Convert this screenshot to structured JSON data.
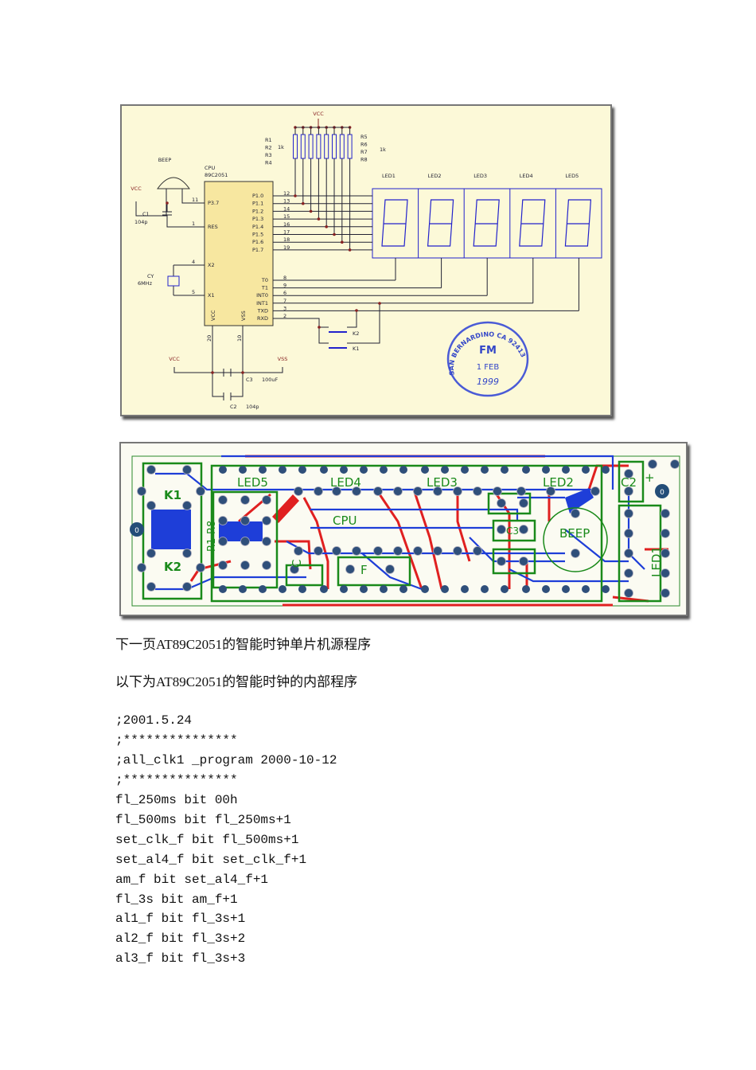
{
  "schematic": {
    "vcc": "VCC",
    "vss": "VSS",
    "beep": "BEEP",
    "cpu": "CPU",
    "cpu_part": "89C2051",
    "c1": "C1",
    "c1_val": "104p",
    "cy": "CY",
    "cy_val": "6MHz",
    "r_left": [
      "R1",
      "R2",
      "R3",
      "R4"
    ],
    "r_right": [
      "R5",
      "R6",
      "R7",
      "R8"
    ],
    "r_val": "1k",
    "pins_left": [
      "P3.7",
      "RES",
      "X2",
      "X1"
    ],
    "pin_nums_left": [
      "11",
      "1",
      "4",
      "5"
    ],
    "pins_right": [
      "P1.0",
      "P1.1",
      "P1.2",
      "P1.3",
      "P1.4",
      "P1.5",
      "P1.6",
      "P1.7"
    ],
    "pin_nums_right": [
      "12",
      "13",
      "14",
      "15",
      "16",
      "17",
      "18",
      "19"
    ],
    "pins_ctrl": [
      "T0",
      "T1",
      "INT0",
      "INT1",
      "TXD",
      "RXD"
    ],
    "pin_nums_ctrl": [
      "8",
      "9",
      "6",
      "7",
      "3",
      "2"
    ],
    "pins_bottom": [
      "VCC",
      "VSS"
    ],
    "pin_nums_bottom": [
      "20",
      "10"
    ],
    "leds": [
      "LED1",
      "LED2",
      "LED3",
      "LED4",
      "LED5"
    ],
    "k1": "K1",
    "k2": "K2",
    "c3": "C3",
    "c3_val": "100uF",
    "c2": "C2",
    "c2_val": "104p",
    "stamp": {
      "top": "SAN BERNARDINO CA 92413",
      "mid": "FM",
      "date": "1 FEB",
      "year": "1999"
    }
  },
  "pcb": {
    "labels": {
      "k1": "K1",
      "k2": "K2",
      "led5": "LED5",
      "led4": "LED4",
      "led3": "LED3",
      "led2": "LED2",
      "led1": "LED1",
      "cpu": "CPU",
      "beep": "BEEP",
      "c2": "C2",
      "c3": "C3",
      "c": "C",
      "f": "F",
      "r": "R1-R8",
      "plus": "+",
      "hole": "0"
    }
  },
  "text": {
    "line1": "下一页AT89C2051的智能时钟单片机源程序",
    "line2": "以下为AT89C2051的智能时钟的内部程序",
    "code": [
      ";2001.5.24",
      ";***************",
      ";all_clk1 _program 2000-10-12",
      ";***************",
      "fl_250ms bit 00h",
      "fl_500ms bit fl_250ms+1",
      "set_clk_f bit fl_500ms+1",
      "set_al4_f bit set_clk_f+1",
      "am_f bit set_al4_f+1",
      "fl_3s bit am_f+1",
      "al1_f bit fl_3s+1",
      "al2_f bit fl_3s+2",
      "al3_f bit fl_3s+3"
    ]
  }
}
